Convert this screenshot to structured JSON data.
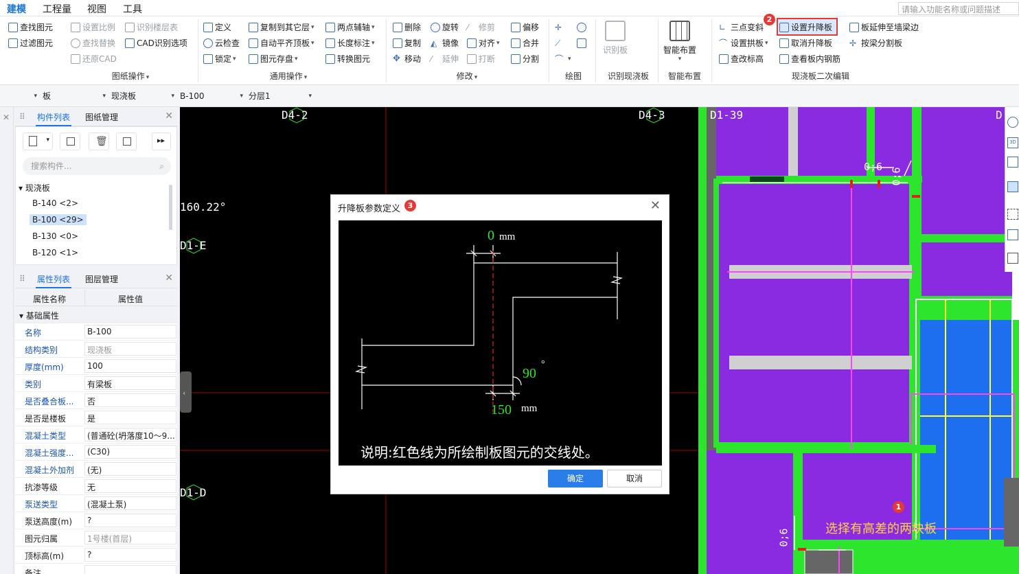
{
  "menu": {
    "items": [
      "建模",
      "工程量",
      "视图",
      "工具"
    ],
    "search_placeholder": "请输入功能名称或问题描述"
  },
  "ribbon": {
    "drawing_ops": {
      "items": [
        "查找图元",
        "过滤图元",
        "设置比例",
        "查找替换",
        "还原CAD",
        "识别楼层表",
        "CAD识别选项"
      ],
      "group": "图纸操作"
    },
    "general_ops": {
      "items": [
        "定义",
        "云检查",
        "锁定",
        "复制到其它层",
        "自动平齐顶板",
        "图元存盘",
        "两点辅轴",
        "长度标注",
        "转换图元"
      ],
      "group": "通用操作"
    },
    "modify": {
      "items": [
        "删除",
        "复制",
        "移动",
        "旋转",
        "镜像",
        "延伸",
        "修剪",
        "对齐",
        "打断",
        "偏移",
        "合并",
        "分割"
      ],
      "group": "修改"
    },
    "draw": {
      "group": "绘图"
    },
    "recognize": {
      "label": "识别板",
      "group": "识别现浇板"
    },
    "smart": {
      "label": "智能布置",
      "group": "智能布置"
    },
    "slab_edit": {
      "items": [
        "三点变斜",
        "设置拱板",
        "查改标高",
        "设置升降板",
        "取消升降板",
        "查看板内钢筋",
        "板延伸至墙梁边",
        "按梁分割板"
      ],
      "group": "现浇板二次编辑"
    },
    "badge": "2"
  },
  "selectors": [
    "板",
    "现浇板",
    "B-100",
    "分层1"
  ],
  "left": {
    "tabs1": [
      "构件列表",
      "图纸管理"
    ],
    "search_placeholder": "搜索构件...",
    "tree_root": "现浇板",
    "tree_items": [
      "B-140 <2>",
      "B-100 <29>",
      "B-130 <0>",
      "B-120 <1>"
    ],
    "tabs2": [
      "属性列表",
      "图层管理"
    ],
    "prop_header": [
      "属性名称",
      "属性值"
    ],
    "prop_group": "基础属性",
    "props": [
      {
        "name": "名称",
        "value": "B-100"
      },
      {
        "name": "结构类别",
        "value": "现浇板"
      },
      {
        "name": "厚度(mm)",
        "value": "100"
      },
      {
        "name": "类别",
        "value": "有梁板"
      },
      {
        "name": "是否叠合板...",
        "value": "否"
      },
      {
        "name": "是否是楼板",
        "value": "是"
      },
      {
        "name": "混凝土类型",
        "value": "(普通砼(坍落度10～9..."
      },
      {
        "name": "混凝土强度...",
        "value": "(C30)"
      },
      {
        "name": "混凝土外加剂",
        "value": "(无)"
      },
      {
        "name": "抗渗等级",
        "value": "无"
      },
      {
        "name": "泵送类型",
        "value": "(混凝土泵)"
      },
      {
        "name": "泵送高度(m)",
        "value": "?"
      },
      {
        "name": "图元归属",
        "value": "1号楼(首层)"
      },
      {
        "name": "顶标高(m)",
        "value": "?"
      },
      {
        "name": "备注",
        "value": ""
      }
    ]
  },
  "canvas": {
    "labels": [
      "D4-2",
      "D4-3",
      "D1-39",
      "D",
      "160.22°",
      "D1-E",
      "D1-D",
      "0;6",
      "0;6",
      "0;6"
    ],
    "annotation": "选择有高差的两块板",
    "badge": "1"
  },
  "dialog": {
    "title": "升降板参数定义",
    "badge": "3",
    "top_value": "0",
    "top_unit": "mm",
    "angle_value": "90",
    "angle_unit": "°",
    "bottom_value": "150",
    "bottom_unit": "mm",
    "note": "说明:红色线为所绘制板图元的交线处。",
    "ok": "确定",
    "cancel": "取消"
  },
  "colors": {
    "accent": "#1a73e8",
    "highlight": "#e53935",
    "slab_purple": "#8a2be2",
    "slab_blue": "#1e6ff0",
    "beam_green": "#2ee52e"
  }
}
